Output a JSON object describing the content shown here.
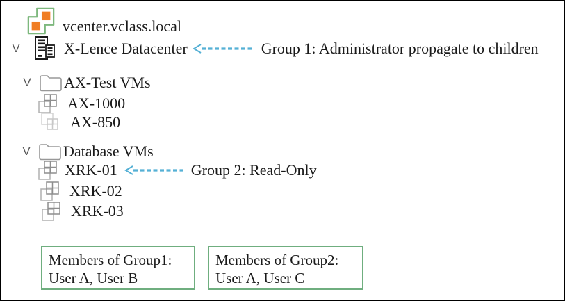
{
  "colors": {
    "arrow_blue": "#55b0d5",
    "legend_box_border_green": "#6fae7f",
    "vcenter_icon_green": "#7db87d",
    "vcenter_icon_orange": "#f07d23"
  },
  "tree": {
    "chevron_glyph": "V",
    "vcenter": {
      "label": "vcenter.vclass.local"
    },
    "datacenter": {
      "label": "X-Lence Datacenter",
      "annotation": "Group 1: Administrator propagate to children"
    },
    "folders": [
      {
        "label": "AX-Test VMs",
        "vms": [
          {
            "label": "AX-1000"
          },
          {
            "label": "AX-850"
          }
        ]
      },
      {
        "label": "Database VMs",
        "vms": [
          {
            "label": "XRK-01",
            "annotation": "Group 2: Read-Only"
          },
          {
            "label": "XRK-02"
          },
          {
            "label": "XRK-03"
          }
        ]
      }
    ]
  },
  "legend_boxes": [
    {
      "title": "Members of Group1:",
      "members": "User A, User B"
    },
    {
      "title": "Members of Group2:",
      "members": "User A, User C"
    }
  ]
}
